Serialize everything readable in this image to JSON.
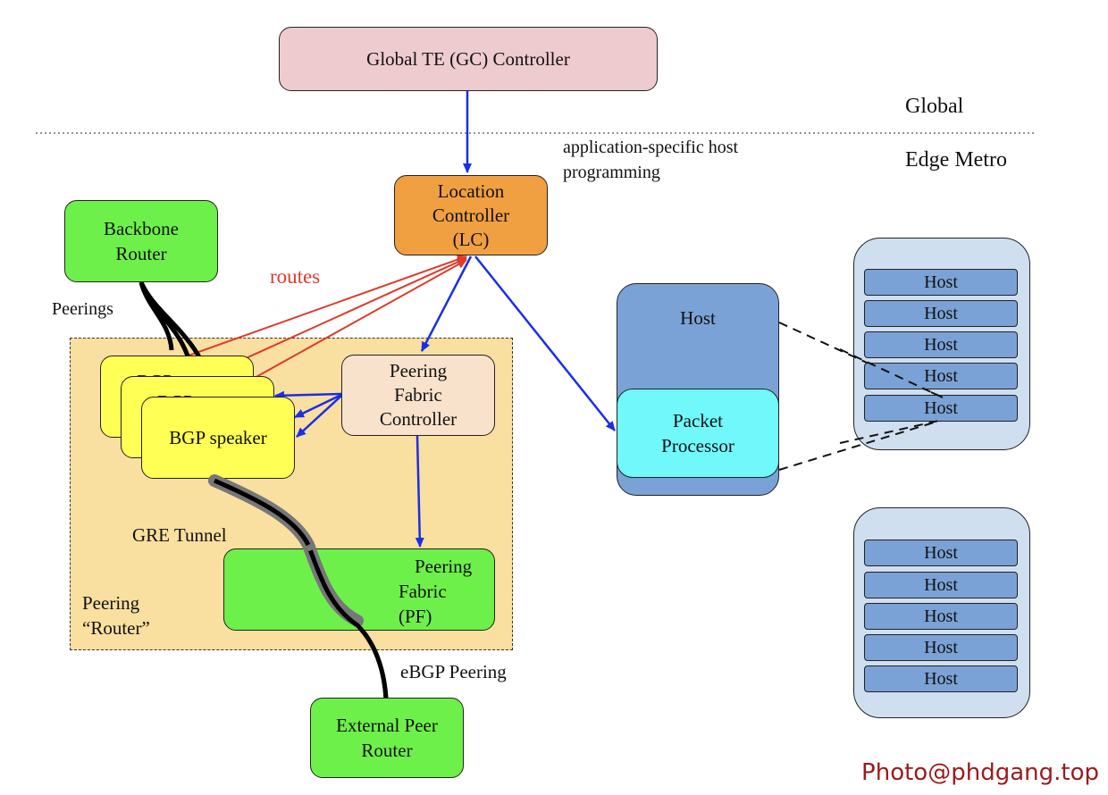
{
  "global_controller": "Global TE (GC) Controller",
  "global_label": "Global",
  "edge_metro_label": "Edge Metro",
  "annotation_host_programming_1": "application-specific host",
  "annotation_host_programming_2": "programming",
  "location_controller": [
    "Location",
    "Controller",
    "(LC)"
  ],
  "backbone_router": [
    "Backbone",
    "Router"
  ],
  "routes_label": "routes",
  "peerings_label": "Peerings",
  "bgp_speaker": "BGP speaker",
  "bgp_stack_partial": [
    "BGP",
    "BGP"
  ],
  "peering_fabric_controller": [
    "Peering",
    "Fabric",
    "Controller"
  ],
  "gre_tunnel_label": "GRE Tunnel",
  "peering_fabric": [
    "Peering",
    "Fabric",
    "(PF)"
  ],
  "peering_router_label": [
    "Peering",
    "“Router”"
  ],
  "ebgp_label": "eBGP Peering",
  "external_peer_router": [
    "External Peer",
    "Router"
  ],
  "host_main": "Host",
  "packet_processor": [
    "Packet",
    "Processor"
  ],
  "host_group_1": [
    "Host",
    "Host",
    "Host",
    "Host",
    "Host"
  ],
  "host_group_2": [
    "Host",
    "Host",
    "Host",
    "Host",
    "Host"
  ],
  "watermark": "Photo@phdgang.top",
  "colors": {
    "gc_fill": "#eecbcf",
    "lc_fill": "#f0a040",
    "green_fill": "#6ef04a",
    "bgp_fill": "#ffff55",
    "pfc_fill": "#f8e2cc",
    "zone_fill": "#f9dfa0",
    "host_fill": "#7aa2d6",
    "pp_fill": "#70f8fa",
    "arrow_blue": "#1a2ee6",
    "arrow_red": "#e03a2a"
  }
}
